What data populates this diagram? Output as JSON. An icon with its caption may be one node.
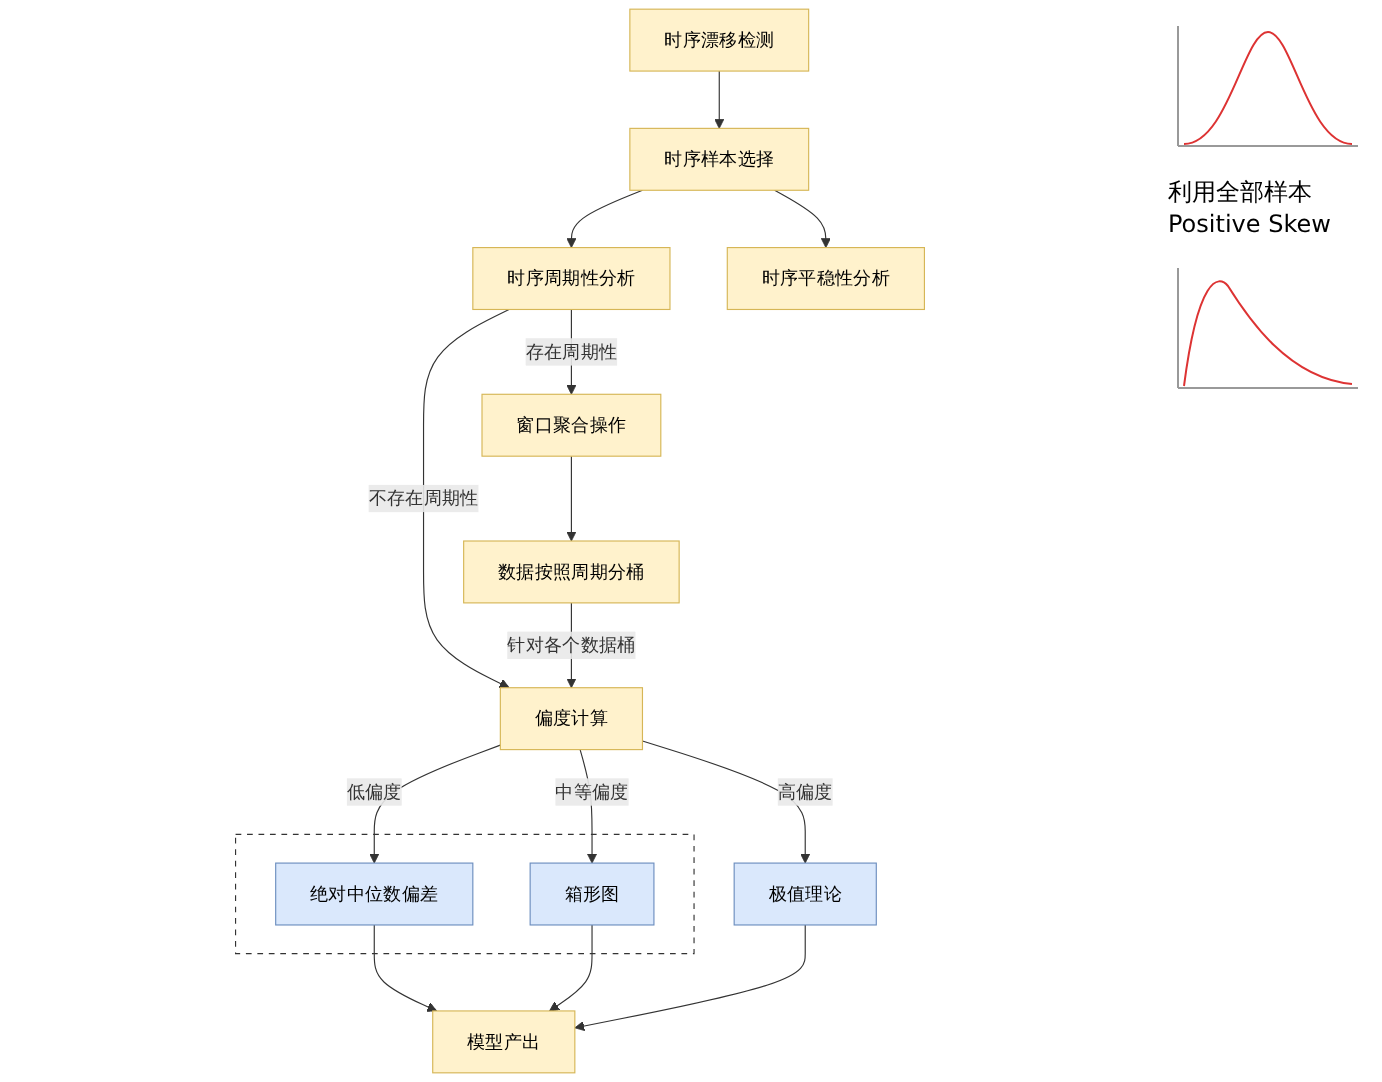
{
  "diagram": {
    "nodes": [
      {
        "text": [
          "时序漂移检测"
        ]
      },
      {
        "text": [
          "时序样本选择"
        ]
      },
      {
        "text": [
          "时序周期性分析"
        ]
      },
      {
        "text": [
          "时序平稳性分析"
        ]
      },
      {
        "text": [
          "窗口聚合操作"
        ]
      },
      {
        "text": [
          "数据按照周期分桶"
        ]
      },
      {
        "text": [
          "偏度计算"
        ]
      },
      {
        "text": [],
        "shape": "box"
      },
      {
        "text": [
          "绝对中位数偏差"
        ],
        "in": 7
      },
      {
        "text": [
          "箱形图"
        ],
        "in": 7
      },
      {
        "text": [
          "极值理论"
        ]
      },
      {
        "text": [
          "模型产出"
        ]
      }
    ],
    "edges": [
      {
        "from": 0,
        "to": 1,
        "arrow": "to"
      },
      {
        "from": 1,
        "to": 2,
        "arrow": "to"
      },
      {
        "from": 1,
        "to": 3,
        "arrow": "to"
      },
      {
        "from": 2,
        "to": 4,
        "label": "存在周期性",
        "arrow": "to"
      },
      {
        "from": 2,
        "to": 6,
        "label": "不存在周期性",
        "arrow": "to"
      },
      {
        "from": 4,
        "to": 5,
        "arrow": "to"
      },
      {
        "from": 5,
        "to": 6,
        "label": "针对各个数据桶",
        "arrow": "to"
      },
      {
        "from": 6,
        "to": 8,
        "label": "低偏度",
        "arrow": "to"
      },
      {
        "from": 6,
        "to": 9,
        "label": "中等偏度",
        "arrow": "to"
      },
      {
        "from": 6,
        "to": 10,
        "label": "高偏度",
        "arrow": "to"
      },
      {
        "from": 8,
        "to": 11,
        "arrow": "to"
      },
      {
        "from": 9,
        "to": 11,
        "arrow": "to"
      },
      {
        "from": 10,
        "to": 11,
        "arrow": "to"
      }
    ],
    "labels": [
      "利用全部样本",
      "Positive Skew"
    ]
  }
}
